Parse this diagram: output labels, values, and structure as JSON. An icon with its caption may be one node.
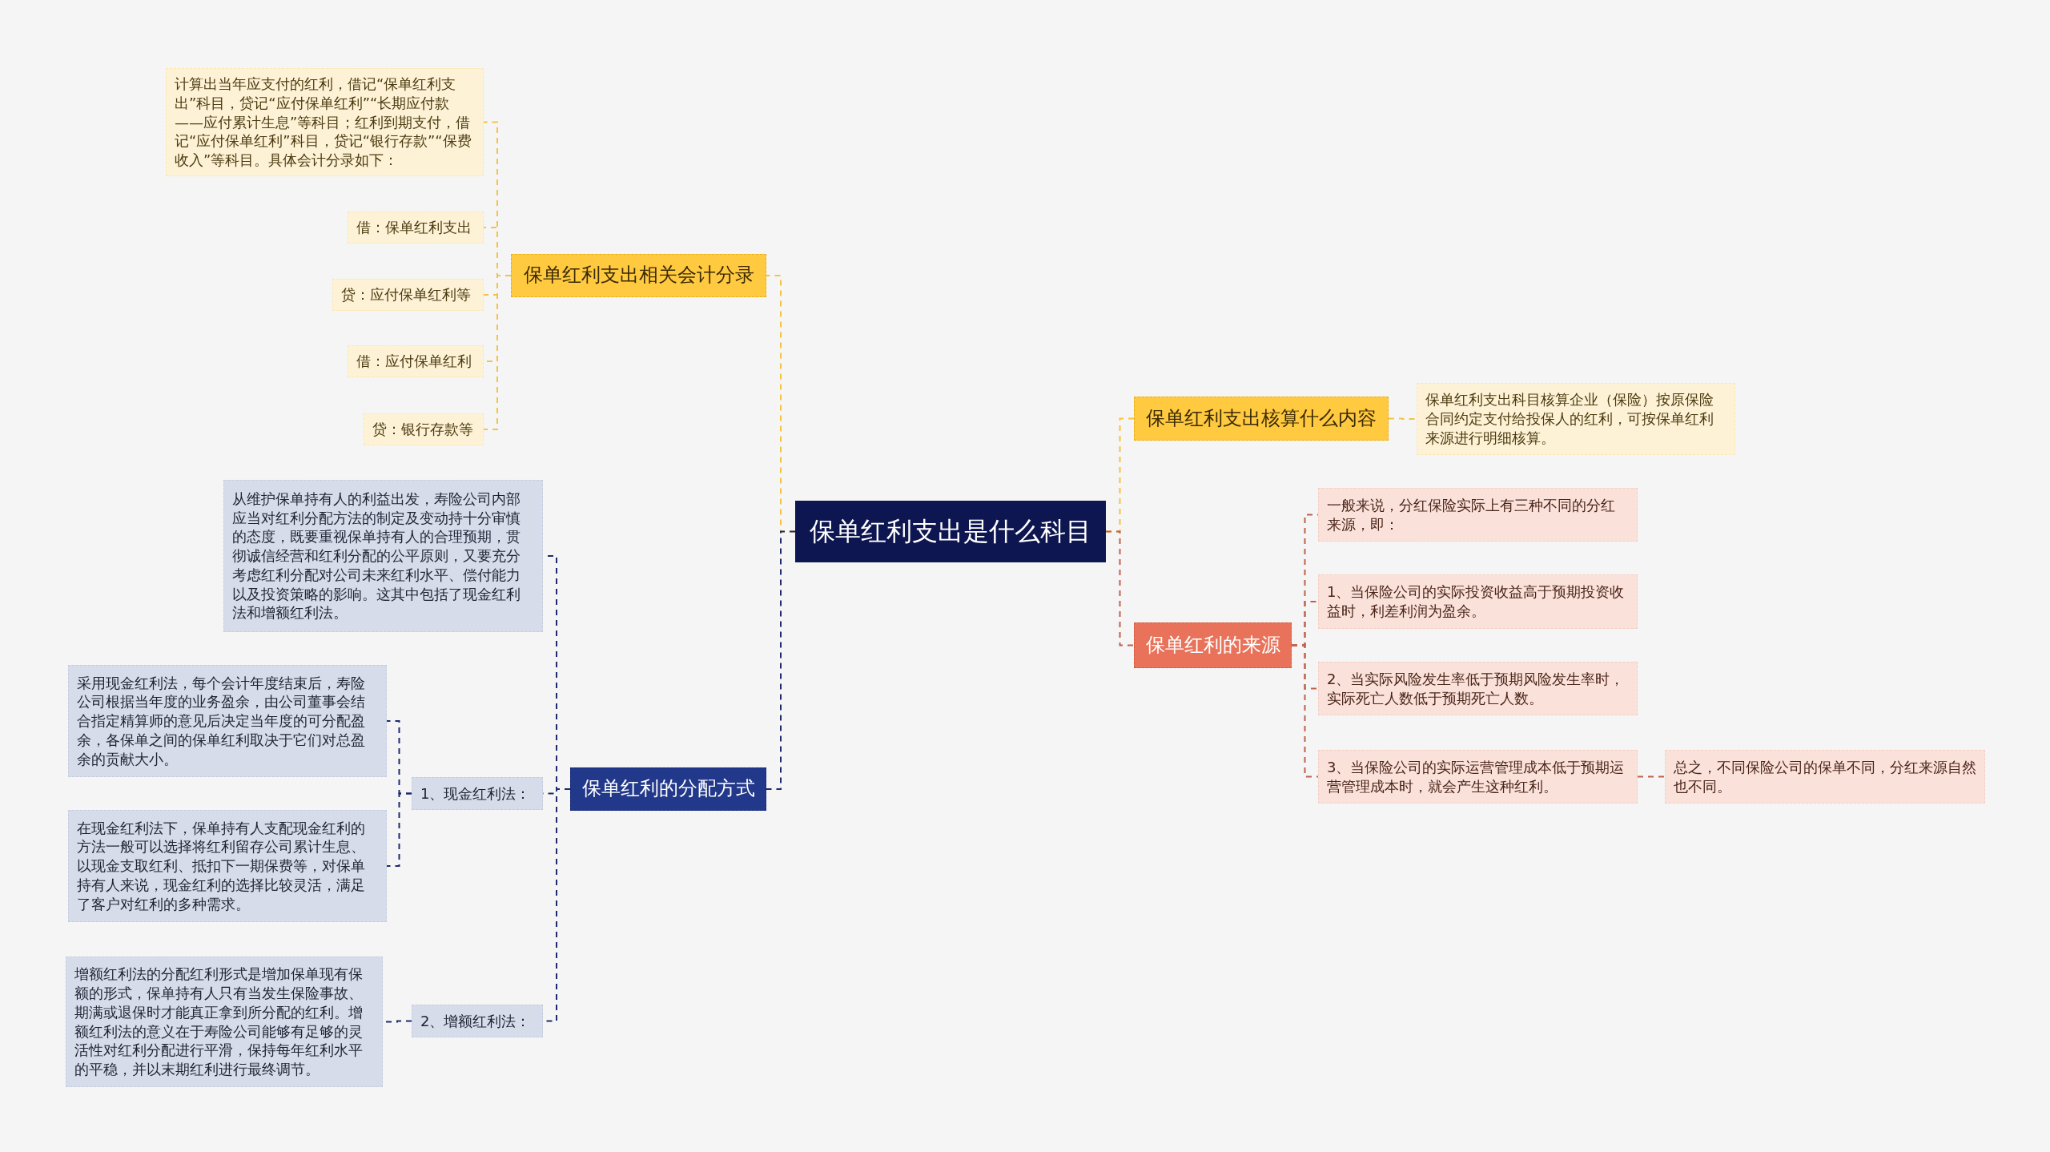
{
  "diagram": {
    "nodes": [
      {
        "text": [
          "保单红利支出是什么科目"
        ]
      },
      {
        "text": [
          "保单红利支出相关会计分录"
        ]
      },
      {
        "text": [
          "计算出当年应支付的红利，借记“保单红利支出”科目，贷记“应付保单红利”“长期应付款——应付累计生息”等科目；红利到期支付，借记“应付保单红利”科目，贷记“银行存款”“保费收入”等科目。具体会计分录如下："
        ]
      },
      {
        "text": [
          "借：保单红利支出"
        ]
      },
      {
        "text": [
          "贷：应付保单红利等"
        ]
      },
      {
        "text": [
          "借：应付保单红利"
        ]
      },
      {
        "text": [
          "贷：银行存款等"
        ]
      },
      {
        "text": [
          "保单红利的分配方式"
        ]
      },
      {
        "text": [
          "从维护保单持有人的利益出发，寿险公司内部应当对红利分配方法的制定及变动持十分审慎的态度，既要重视保单持有人的合理预期，贯彻诚信经营和红利分配的公平原则，又要充分考虑红利分配对公司未来红利水平、偿付能力以及投资策略的影响。这其中包括了现金红利法和增额红利法。"
        ]
      },
      {
        "text": [
          "1、现金红利法："
        ]
      },
      {
        "text": [
          "采用现金红利法，每个会计年度结束后，寿险公司根据当年度的业务盈余，由公司董事会结合指定精算师的意见后决定当年度的可分配盈余，各保单之间的保单红利取决于它们对总盈余的贡献大小。"
        ]
      },
      {
        "text": [
          "在现金红利法下，保单持有人支配现金红利的方法一般可以选择将红利留存公司累计生息、以现金支取红利、抵扣下一期保费等，对保单持有人来说，现金红利的选择比较灵活，满足了客户对红利的多种需求。"
        ]
      },
      {
        "text": [
          "2、增额红利法："
        ]
      },
      {
        "text": [
          "增额红利法的分配红利形式是增加保单现有保额的形式，保单持有人只有当发生保险事故、期满或退保时才能真正拿到所分配的红利。增额红利法的意义在于寿险公司能够有足够的灵活性对红利分配进行平滑，保持每年红利水平的平稳，并以末期红利进行最终调节。"
        ]
      },
      {
        "text": [
          "保单红利支出核算什么内容"
        ]
      },
      {
        "text": [
          "保单红利支出科目核算企业（保险）按原保险合同约定支付给投保人的红利，可按保单红利来源进行明细核算。"
        ]
      },
      {
        "text": [
          "保单红利的来源"
        ]
      },
      {
        "text": [
          "一般来说，分红保险实际上有三种不同的分红来源，即："
        ]
      },
      {
        "text": [
          "1、当保险公司的实际投资收益高于预期投资收益时，利差利润为盈余。"
        ]
      },
      {
        "text": [
          "2、当实际风险发生率低于预期风险发生率时，实际死亡人数低于预期死亡人数。"
        ]
      },
      {
        "text": [
          "3、当保险公司的实际运营管理成本低于预期运营管理成本时，就会产生这种红利。"
        ]
      },
      {
        "text": [
          "总之，不同保险公司的保单不同，分红来源自然也不同。"
        ]
      }
    ],
    "edges": [
      {
        "from": 0,
        "to": 1,
        "arrow": "none",
        "style": "dashed",
        "color": "#f5c342"
      },
      {
        "from": 1,
        "to": 2,
        "arrow": "none",
        "style": "dashed",
        "color": "#f5c342"
      },
      {
        "from": 1,
        "to": 3,
        "arrow": "none",
        "style": "dashed",
        "color": "#f5c342"
      },
      {
        "from": 1,
        "to": 4,
        "arrow": "none",
        "style": "dashed",
        "color": "#f5c342"
      },
      {
        "from": 1,
        "to": 5,
        "arrow": "none",
        "style": "dashed",
        "color": "#f5c342"
      },
      {
        "from": 1,
        "to": 6,
        "arrow": "none",
        "style": "dashed",
        "color": "#f5c342"
      },
      {
        "from": 0,
        "to": 7,
        "arrow": "none",
        "style": "dashed",
        "color": "#1e2a6e"
      },
      {
        "from": 7,
        "to": 8,
        "arrow": "none",
        "style": "dashed",
        "color": "#1e2a6e"
      },
      {
        "from": 7,
        "to": 9,
        "arrow": "none",
        "style": "dashed",
        "color": "#1e2a6e"
      },
      {
        "from": 9,
        "to": 10,
        "arrow": "none",
        "style": "dashed",
        "color": "#1e2a6e"
      },
      {
        "from": 9,
        "to": 11,
        "arrow": "none",
        "style": "dashed",
        "color": "#1e2a6e"
      },
      {
        "from": 7,
        "to": 12,
        "arrow": "none",
        "style": "dashed",
        "color": "#1e2a6e"
      },
      {
        "from": 12,
        "to": 13,
        "arrow": "none",
        "style": "dashed",
        "color": "#1e2a6e"
      },
      {
        "from": 0,
        "to": 14,
        "arrow": "none",
        "style": "dashed",
        "color": "#f5c342"
      },
      {
        "from": 14,
        "to": 15,
        "arrow": "none",
        "style": "dashed",
        "color": "#f5c342"
      },
      {
        "from": 0,
        "to": 16,
        "arrow": "none",
        "style": "dashed",
        "color": "#c0614c"
      },
      {
        "from": 16,
        "to": 17,
        "arrow": "none",
        "style": "dashed",
        "color": "#c0614c"
      },
      {
        "from": 16,
        "to": 18,
        "arrow": "none",
        "style": "dashed",
        "color": "#c0614c"
      },
      {
        "from": 16,
        "to": 19,
        "arrow": "none",
        "style": "dashed",
        "color": "#c0614c"
      },
      {
        "from": 16,
        "to": 20,
        "arrow": "none",
        "style": "dashed",
        "color": "#c0614c"
      },
      {
        "from": 20,
        "to": 21,
        "arrow": "none",
        "style": "dashed",
        "color": "#c0614c"
      }
    ]
  }
}
